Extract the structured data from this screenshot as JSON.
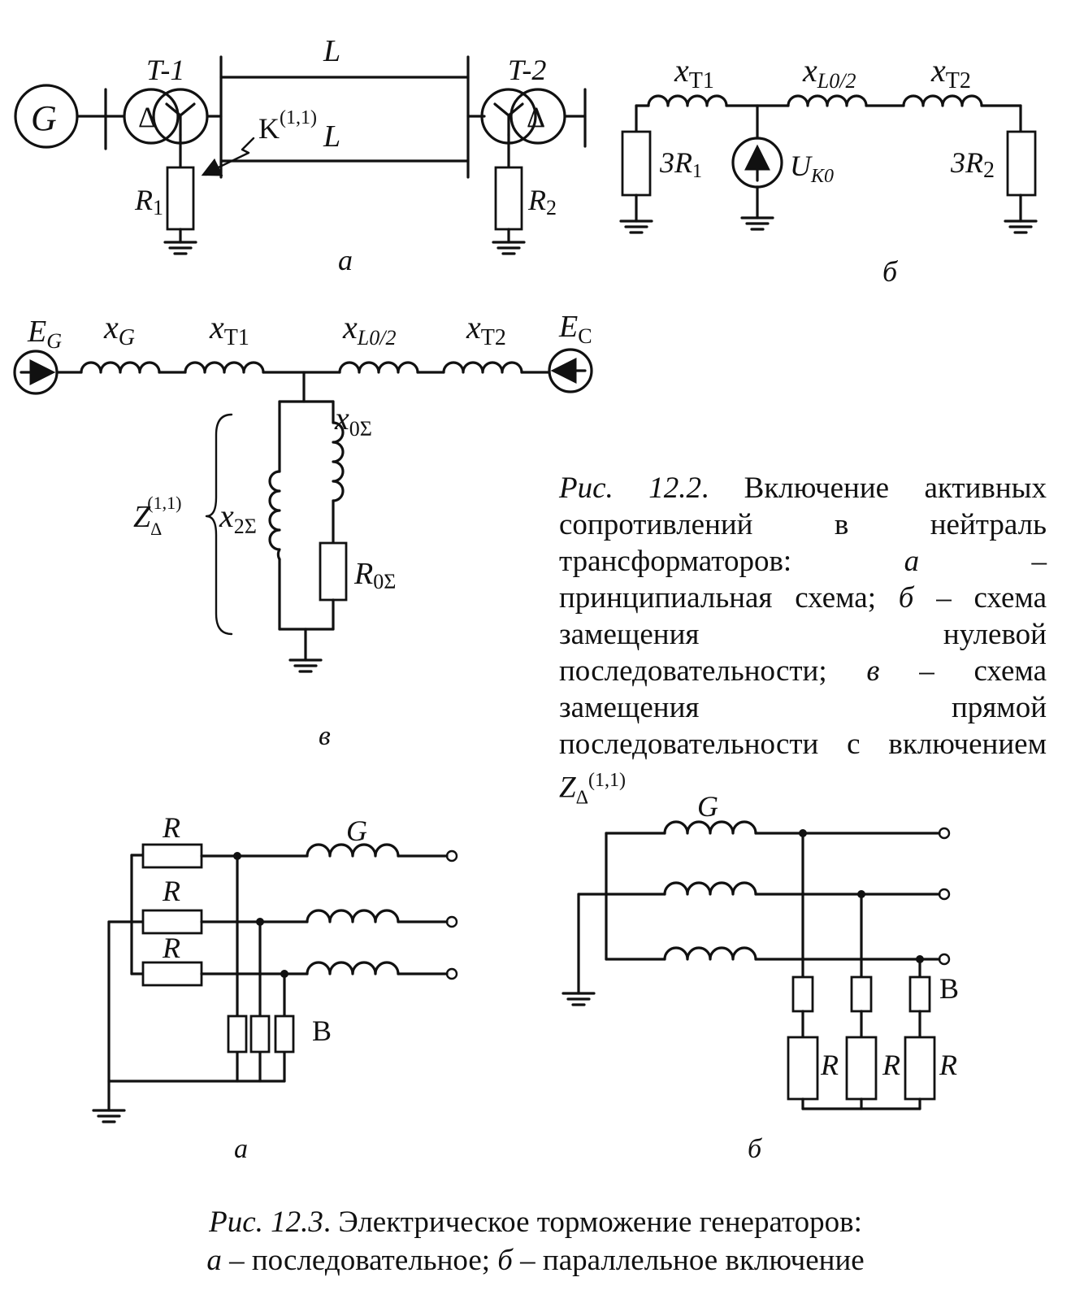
{
  "fig12_2": {
    "a": {
      "panel_label": "а",
      "generator": "G",
      "t1": "T-1",
      "t2": "T-2",
      "delta": "Δ",
      "line_top": "L",
      "line_bottom": "L",
      "fault": "K",
      "fault_sup": "(1,1)",
      "r1": "R",
      "r1_sub": "1",
      "r2": "R",
      "r2_sub": "2"
    },
    "b": {
      "panel_label": "б",
      "xt1": "x",
      "xt1_sub": "T1",
      "xl": "x",
      "xl_sub": "L0/2",
      "xt2": "x",
      "xt2_sub": "T2",
      "r1": "3R",
      "r1_sub": "1",
      "r2": "3R",
      "r2_sub": "2",
      "u": "U",
      "u_sub": "K0"
    },
    "v": {
      "panel_label": "в",
      "eg": "E",
      "eg_sub": "G",
      "ec": "E",
      "ec_sub": "C",
      "xg": "x",
      "xg_sub": "G",
      "xt1": "x",
      "xt1_sub": "T1",
      "xl": "x",
      "xl_sub": "L0/2",
      "xt2": "x",
      "xt2_sub": "T2",
      "z": "Z",
      "z_sub": "Δ",
      "z_sup": "(1,1)",
      "x0": "x",
      "x0_sub": "0Σ",
      "x2": "x",
      "x2_sub": "2Σ",
      "r0": "R",
      "r0_sub": "0Σ"
    },
    "caption": {
      "prefix": "Рис. 12.2",
      "text1": ". Включение активных сопротивлений в нейтраль трансформаторов: ",
      "a": "а",
      "text2": " – принципиальная схема; ",
      "b": "б",
      "text3": " – схема замещения нулевой последовательности; ",
      "v": "в",
      "text4": " – схема замещения прямой последовательности с включением ",
      "z": "Z",
      "z_sub": "Δ",
      "z_sup": "(1,1)"
    }
  },
  "fig12_3": {
    "a": {
      "panel_label": "а",
      "r_top": "R",
      "r_mid": "R",
      "r_bot": "R",
      "g": "G",
      "b": "B"
    },
    "b": {
      "panel_label": "б",
      "g": "G",
      "b": "B",
      "r_left": "R",
      "r_mid": "R",
      "r_right": "R"
    },
    "caption": {
      "prefix": "Рис. 12.3",
      "line1": ". Электрическое торможение генераторов:",
      "a": "а",
      "text_a": " – последовательное; ",
      "b": "б",
      "text_b": " – параллельное включение"
    }
  }
}
